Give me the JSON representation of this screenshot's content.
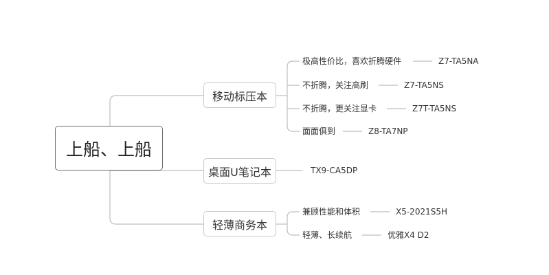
{
  "root": {
    "label": "上船、上船"
  },
  "branches": [
    {
      "label": "移动标压本",
      "children": [
        {
          "text": "极高性价比，喜欢折腾硬件",
          "model": "Z7-TA5NA"
        },
        {
          "text": "不折腾，关注高刷",
          "model": "Z7-TA5NS"
        },
        {
          "text": "不折腾，更关注显卡",
          "model": "Z7T-TA5NS"
        },
        {
          "text": "面面俱到",
          "model": "Z8-TA7NP"
        }
      ]
    },
    {
      "label": "桌面U笔记本",
      "model": "TX9-CA5DP"
    },
    {
      "label": "轻薄商务本",
      "children": [
        {
          "text": "兼顾性能和体积",
          "model": "X5-2021S5H"
        },
        {
          "text": "轻薄、长续航",
          "model": "优雅X4 D2"
        }
      ]
    }
  ],
  "colors": {
    "line": "#bdbdbd",
    "root_border": "#6f6f6f",
    "branch_border": "#c9c9c9"
  }
}
